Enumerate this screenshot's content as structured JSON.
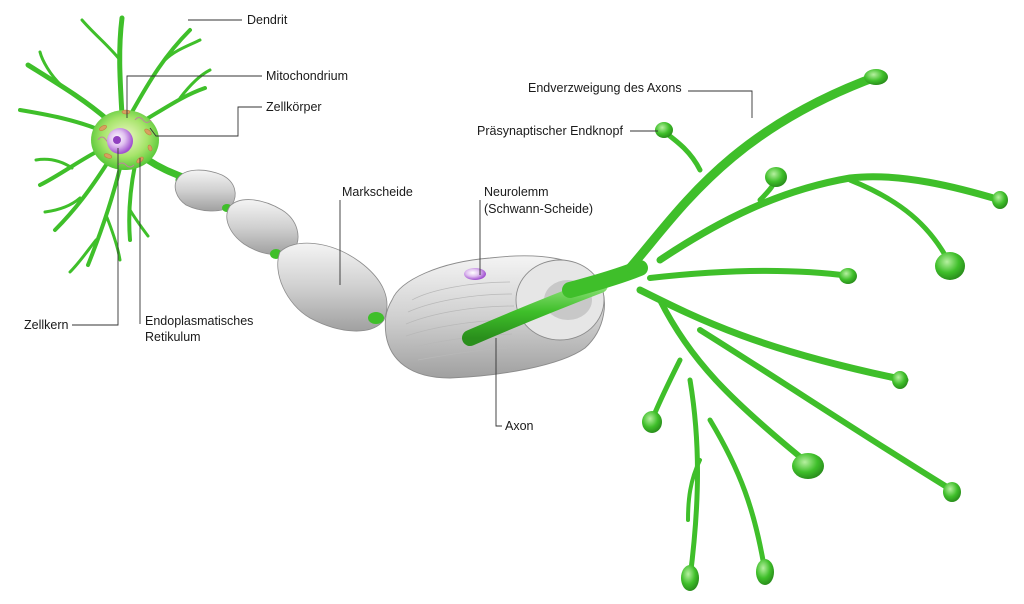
{
  "labels": {
    "dendrit": "Dendrit",
    "mitochondrium": "Mitochondrium",
    "zellkoerper": "Zellkörper",
    "zellkern": "Zellkern",
    "er_line1": "Endoplasmatisches",
    "er_line2": "Retikulum",
    "markscheide": "Markscheide",
    "neurolemm_line1": "Neurolemm",
    "neurolemm_line2": "(Schwann-Scheide)",
    "axon": "Axon",
    "endverzweigung": "Endverzweigung des Axons",
    "endknopf": "Präsynaptischer Endknopf"
  },
  "colors": {
    "neuron_green": "#3fbf2a",
    "neuron_green_dark": "#2a8f1c",
    "neuron_green_light": "#8fe07a",
    "myelin": "#d4d4d4",
    "myelin_shadow": "#9c9c9c",
    "nucleus": "#c070e0"
  }
}
